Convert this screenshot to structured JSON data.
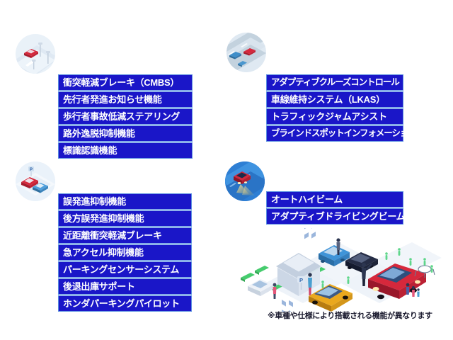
{
  "groups": [
    {
      "id": "collision",
      "icon_name": "collision-mitigation-icon",
      "features": [
        {
          "label": "衝突軽減ブレーキ（CMBS）"
        },
        {
          "label": "先行者発進お知らせ機能"
        },
        {
          "label": "歩行者事故低減ステアリング"
        },
        {
          "label": "路外逸脱抑制機能"
        },
        {
          "label": "標識認識機能"
        }
      ]
    },
    {
      "id": "cruise",
      "icon_name": "adaptive-cruise-icon",
      "features": [
        {
          "label": "アダプティブクルーズコントロール（ACC）"
        },
        {
          "label": "車線維持システム（LKAS）"
        },
        {
          "label": "トラフィックジャムアシスト"
        },
        {
          "label": "ブラインドスポットインフォメーション"
        }
      ]
    },
    {
      "id": "parking",
      "icon_name": "parking-assist-icon",
      "features": [
        {
          "label": "誤発進抑制機能"
        },
        {
          "label": "後方誤発進抑制機能"
        },
        {
          "label": "近距離衝突軽減ブレーキ"
        },
        {
          "label": "急アクセル抑制機能"
        },
        {
          "label": "パーキングセンサーシステム"
        },
        {
          "label": "後退出庫サポート"
        },
        {
          "label": "ホンダパーキングパイロット"
        }
      ]
    },
    {
      "id": "lighting",
      "icon_name": "auto-high-beam-icon",
      "features": [
        {
          "label": "オートハイビーム"
        },
        {
          "label": "アダプティブドライビングビーム"
        }
      ]
    }
  ],
  "footnote": "※車種や仕様により搭載される機能が異なります",
  "colors": {
    "bar_fill": "#1a16c8",
    "bar_border": "#5b8fe0",
    "bar_text": "#ffffff",
    "background": "#ffffff",
    "footnote_text": "#1a1a2e",
    "car_red": "#d6283c",
    "car_blue": "#3a8fd4",
    "car_navy": "#1d2440",
    "car_yellow": "#eaa81e",
    "car_white": "#e8edf4",
    "hedge_green": "#46cc6e",
    "building_grey": "#ced8e6",
    "ground": "#eef2f8"
  },
  "illustration": {
    "name": "isometric-parking-scene",
    "elements": [
      "building",
      "hedges",
      "white-car",
      "blue-car",
      "navy-car",
      "red-car",
      "yellow-car",
      "pedestrians",
      "parking-sign"
    ]
  }
}
